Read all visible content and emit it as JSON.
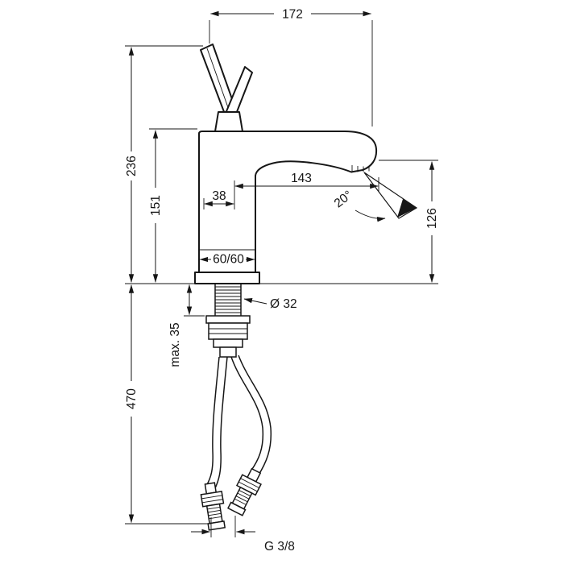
{
  "labels": {
    "d172": "172",
    "d236": "236",
    "d151": "151",
    "d143": "143",
    "d38": "38",
    "a20": "20°",
    "d126": "126",
    "d6060": "60/60",
    "dia32": "Ø 32",
    "max35": "max. 35",
    "d470": "470",
    "g38": "G 3/8"
  }
}
